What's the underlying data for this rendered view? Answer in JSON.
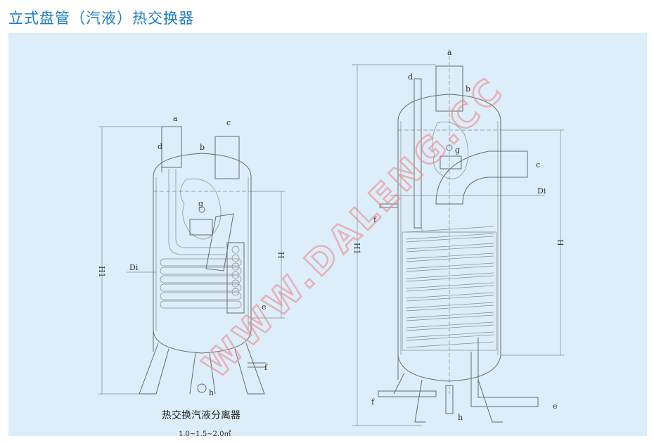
{
  "page_title": "立式盘管（汽液）热交换器",
  "left_diagram": {
    "labels": {
      "a": "a",
      "b": "b",
      "c": "c",
      "d": "d",
      "g": "g",
      "di": "Di",
      "h1": "H1",
      "h": "H",
      "e": "e",
      "f": "f",
      "h_outlet": "h"
    },
    "caption": "热交换汽液分离器",
    "area_range": "1.0~1.5~2.0㎡"
  },
  "right_diagram": {
    "labels": {
      "a": "a",
      "b": "b",
      "c": "c",
      "d": "d",
      "g": "g",
      "di": "Di",
      "h1": "H1",
      "h": "H",
      "f_upper": "f",
      "f_lower": "f",
      "e": "e",
      "h_outlet": "h"
    }
  },
  "watermark": "WWW.DALENG.CC",
  "colors": {
    "title": "#1a7cc4",
    "panel": "#dbeef9",
    "watermark": "#f08a8a"
  }
}
